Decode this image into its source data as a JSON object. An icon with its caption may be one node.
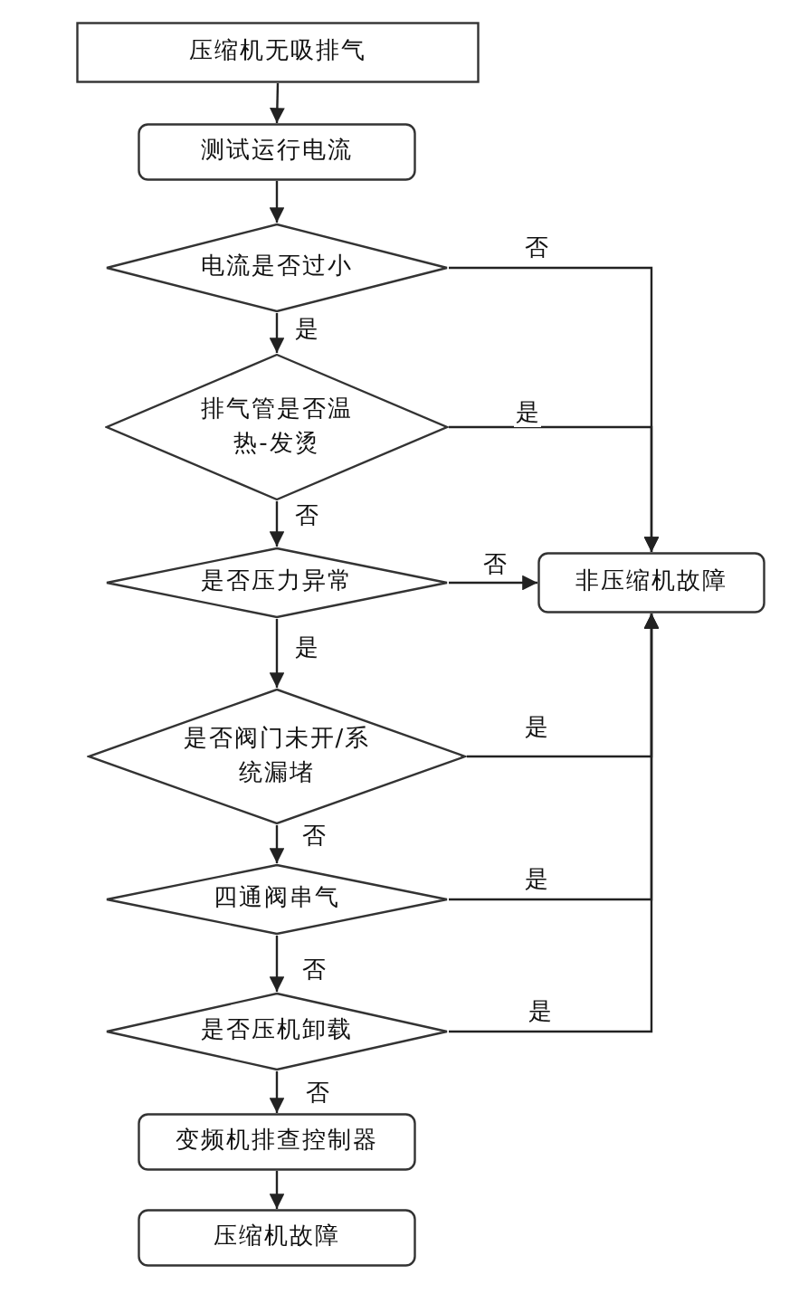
{
  "diagram": {
    "nodes": [
      {
        "text": [
          "压缩机无吸排气"
        ]
      },
      {
        "text": [
          "测试运行电流"
        ]
      },
      {
        "text": [
          "电流是否过小"
        ]
      },
      {
        "text": [
          "排气管是否温热-发烫"
        ]
      },
      {
        "text": [
          "是否压力异常"
        ]
      },
      {
        "text": [
          "非压缩机故障"
        ]
      },
      {
        "text": [
          "是否阀门未开/系统漏堵"
        ]
      },
      {
        "text": [
          "四通阀串气"
        ]
      },
      {
        "text": [
          "是否压机卸载"
        ]
      },
      {
        "text": [
          "变频机排查控制器"
        ]
      },
      {
        "text": [
          "压缩机故障"
        ]
      }
    ],
    "edges": [
      {
        "from": 0,
        "to": 1,
        "arrow": "to"
      },
      {
        "from": 1,
        "to": 2,
        "arrow": "to"
      },
      {
        "from": 2,
        "to": 3,
        "arrow": "to",
        "label": "是"
      },
      {
        "from": 2,
        "to": 5,
        "arrow": "to",
        "label": "否"
      },
      {
        "from": 3,
        "to": 5,
        "arrow": "to",
        "label": "是"
      },
      {
        "from": 3,
        "to": 4,
        "arrow": "to",
        "label": "否"
      },
      {
        "from": 4,
        "to": 5,
        "arrow": "to",
        "label": "否"
      },
      {
        "from": 4,
        "to": 6,
        "arrow": "to",
        "label": "是"
      },
      {
        "from": 6,
        "to": 5,
        "arrow": "to",
        "label": "是"
      },
      {
        "from": 6,
        "to": 7,
        "arrow": "to",
        "label": "否"
      },
      {
        "from": 7,
        "to": 5,
        "arrow": "to",
        "label": "是"
      },
      {
        "from": 7,
        "to": 8,
        "arrow": "to",
        "label": "否"
      },
      {
        "from": 8,
        "to": 5,
        "arrow": "to",
        "label": "是"
      },
      {
        "from": 8,
        "to": 9,
        "arrow": "to",
        "label": "否"
      },
      {
        "from": 9,
        "to": 10,
        "arrow": "to"
      }
    ]
  }
}
